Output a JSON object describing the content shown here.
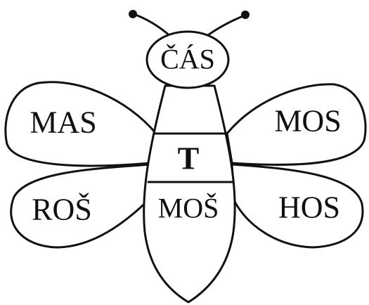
{
  "bee": {
    "head_label": "ČÁS",
    "wings": {
      "upper_left": "MAS",
      "upper_right": "MOS",
      "lower_left": "ROŠ",
      "lower_right": "HOS"
    },
    "body": {
      "center_letter": "T",
      "lower_label": "MOŠ"
    }
  }
}
